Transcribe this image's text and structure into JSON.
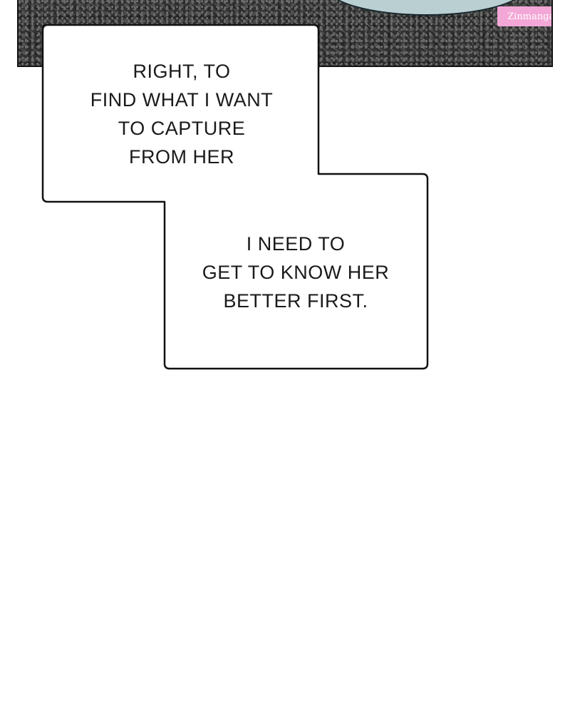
{
  "watermark": "Zinmanga.net",
  "bubble_1": {
    "lines": [
      "RIGHT, TO",
      "FIND WHAT I WANT",
      "TO CAPTURE",
      "FROM HER"
    ]
  },
  "bubble_2": {
    "lines": [
      "I NEED TO",
      "GET TO KNOW HER",
      "BETTER FIRST."
    ]
  },
  "colors": {
    "panel_dark": "#3c3c3c",
    "shape_fill": "#b9cfd2",
    "watermark_bg": "#f3a7d6",
    "border": "#111111"
  }
}
